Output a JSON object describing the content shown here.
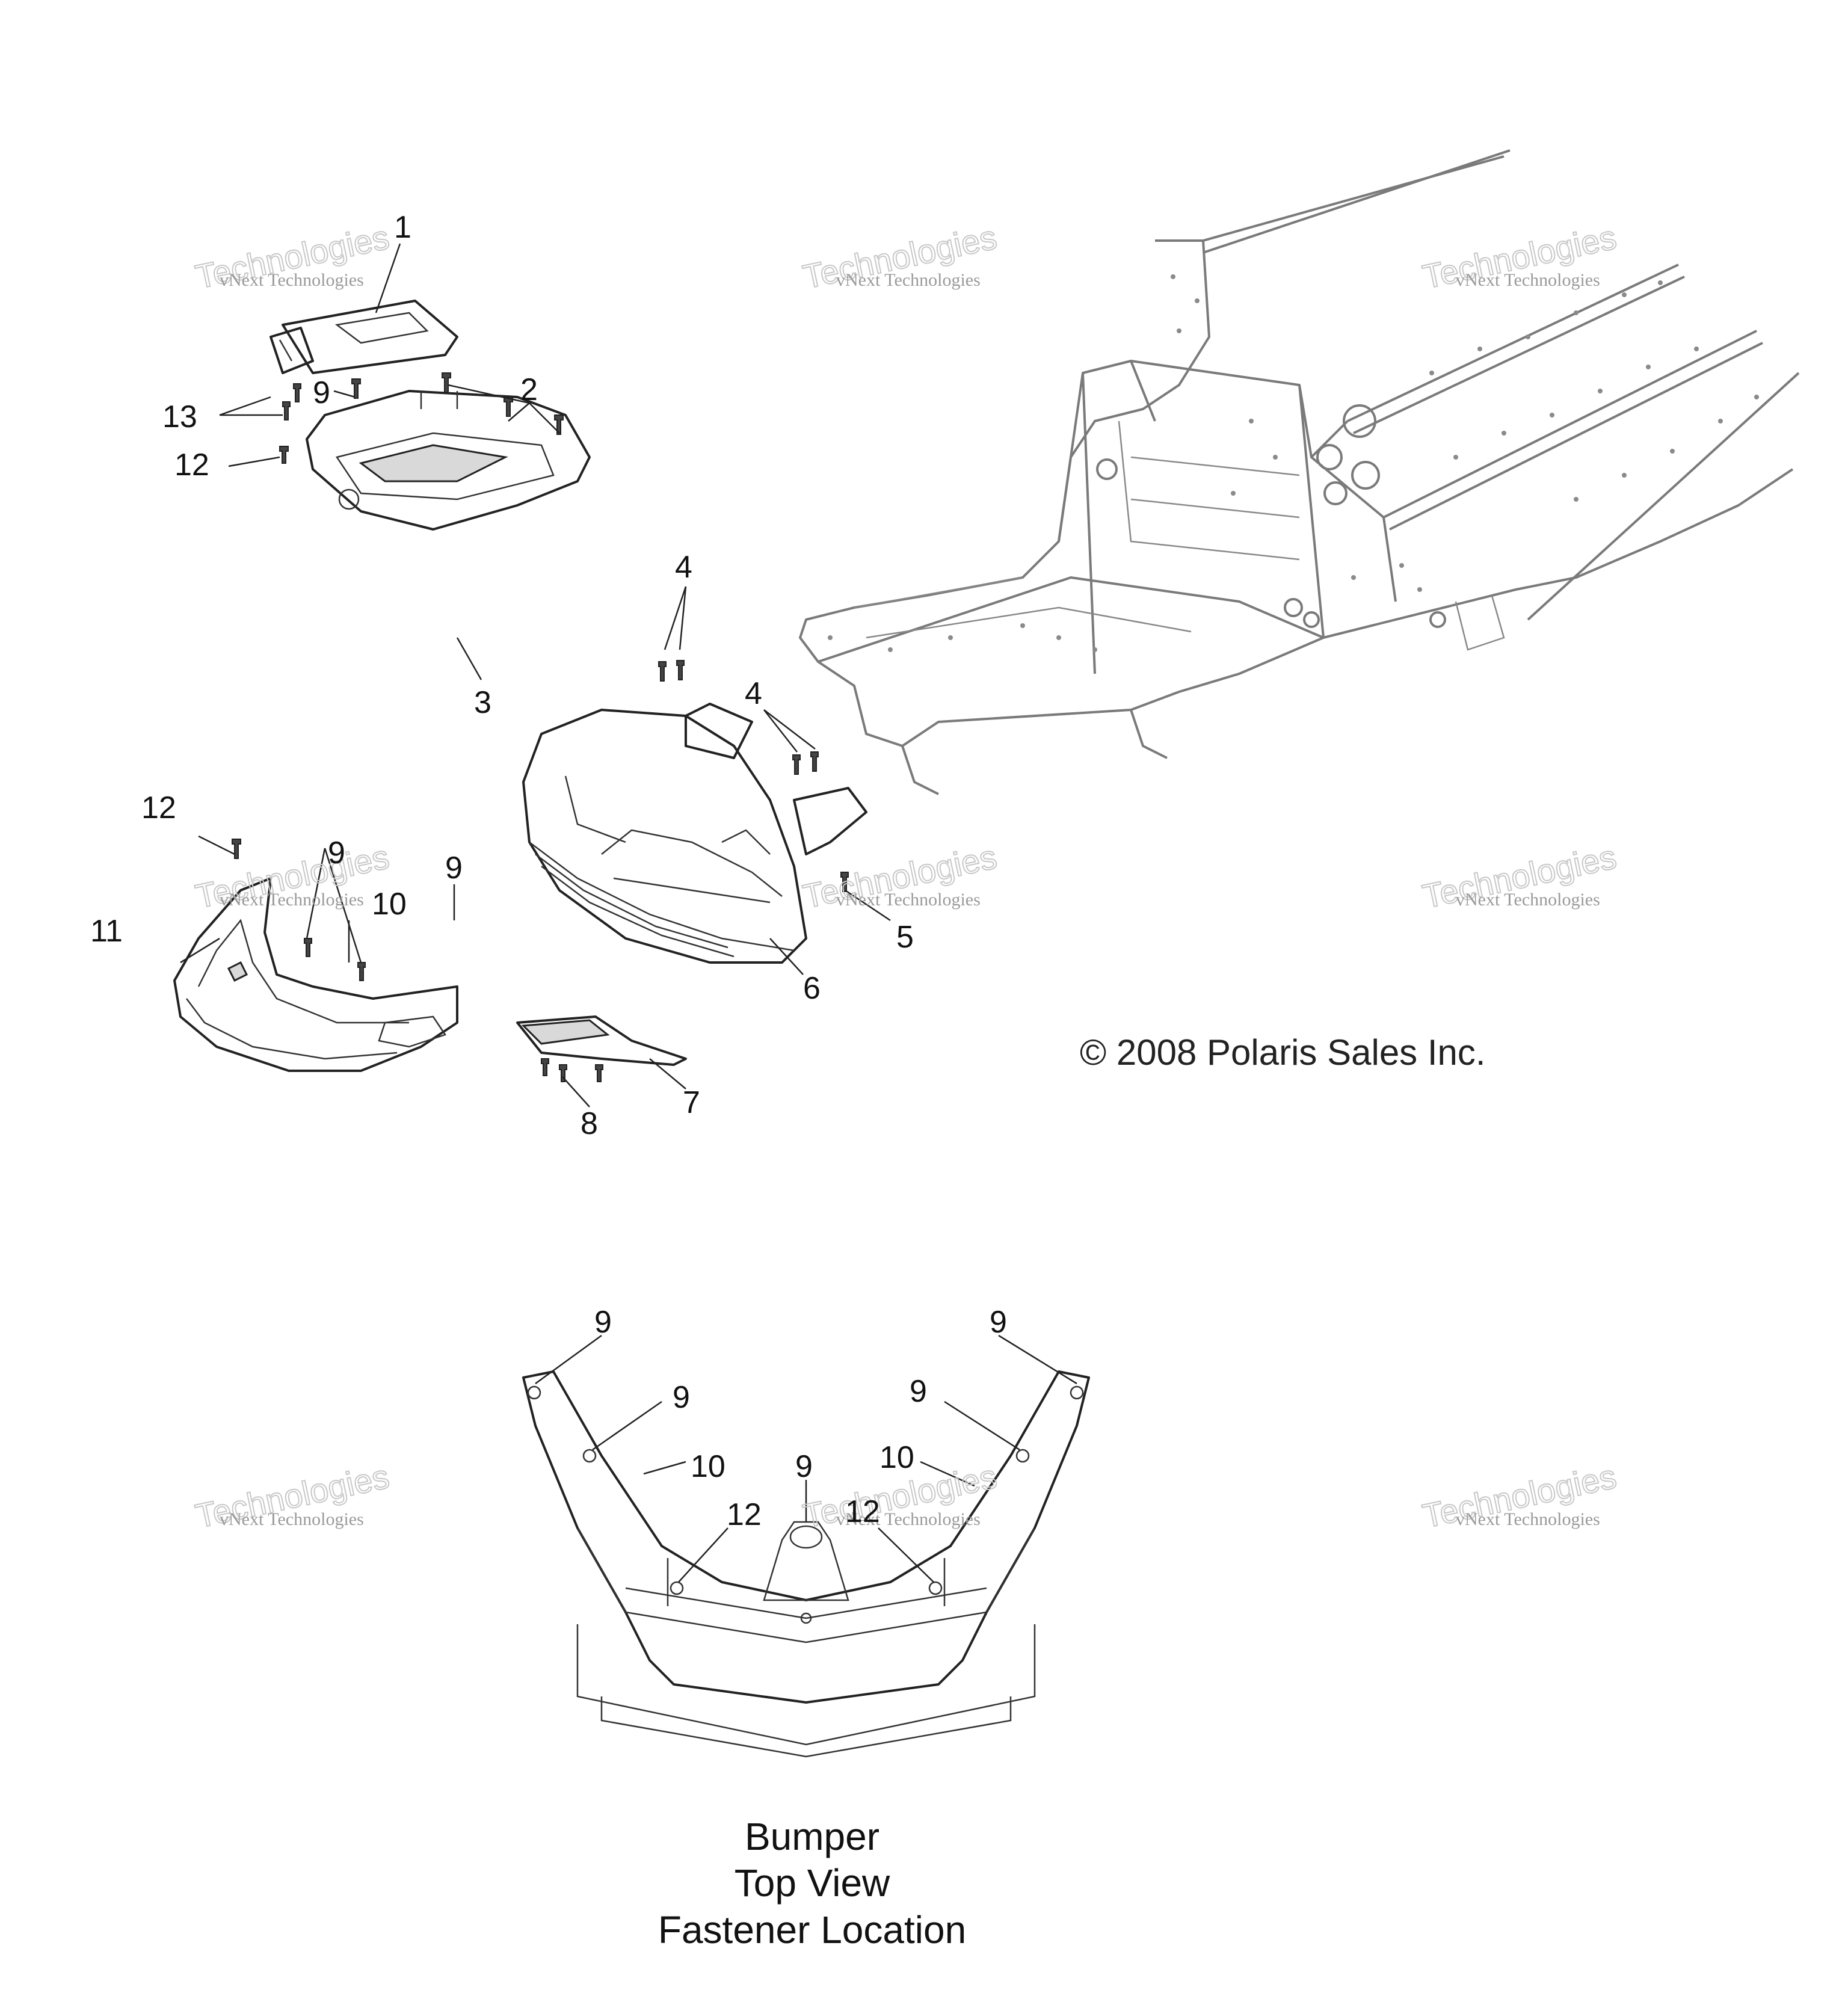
{
  "callouts": {
    "c1": "1",
    "c2": "2",
    "c3": "3",
    "c4a": "4",
    "c4b": "4",
    "c5": "5",
    "c6": "6",
    "c7": "7",
    "c8": "8",
    "c9a": "9",
    "c9b": "9",
    "c9c": "9",
    "c10a": "10",
    "c11": "11",
    "c12a": "12",
    "c12b": "12",
    "c13": "13"
  },
  "top_view_callouts": {
    "t9a": "9",
    "t9b": "9",
    "t9c": "9",
    "t9d": "9",
    "t9e": "9",
    "t10a": "10",
    "t10b": "10",
    "t12a": "12",
    "t12b": "12"
  },
  "copyright": "© 2008 Polaris Sales Inc.",
  "caption": {
    "line1": "Bumper",
    "line2": "Top View",
    "line3": "Fastener Location"
  },
  "watermark": {
    "brand": "vNext",
    "company": "vNext Technologies",
    "word": "Technologies"
  }
}
